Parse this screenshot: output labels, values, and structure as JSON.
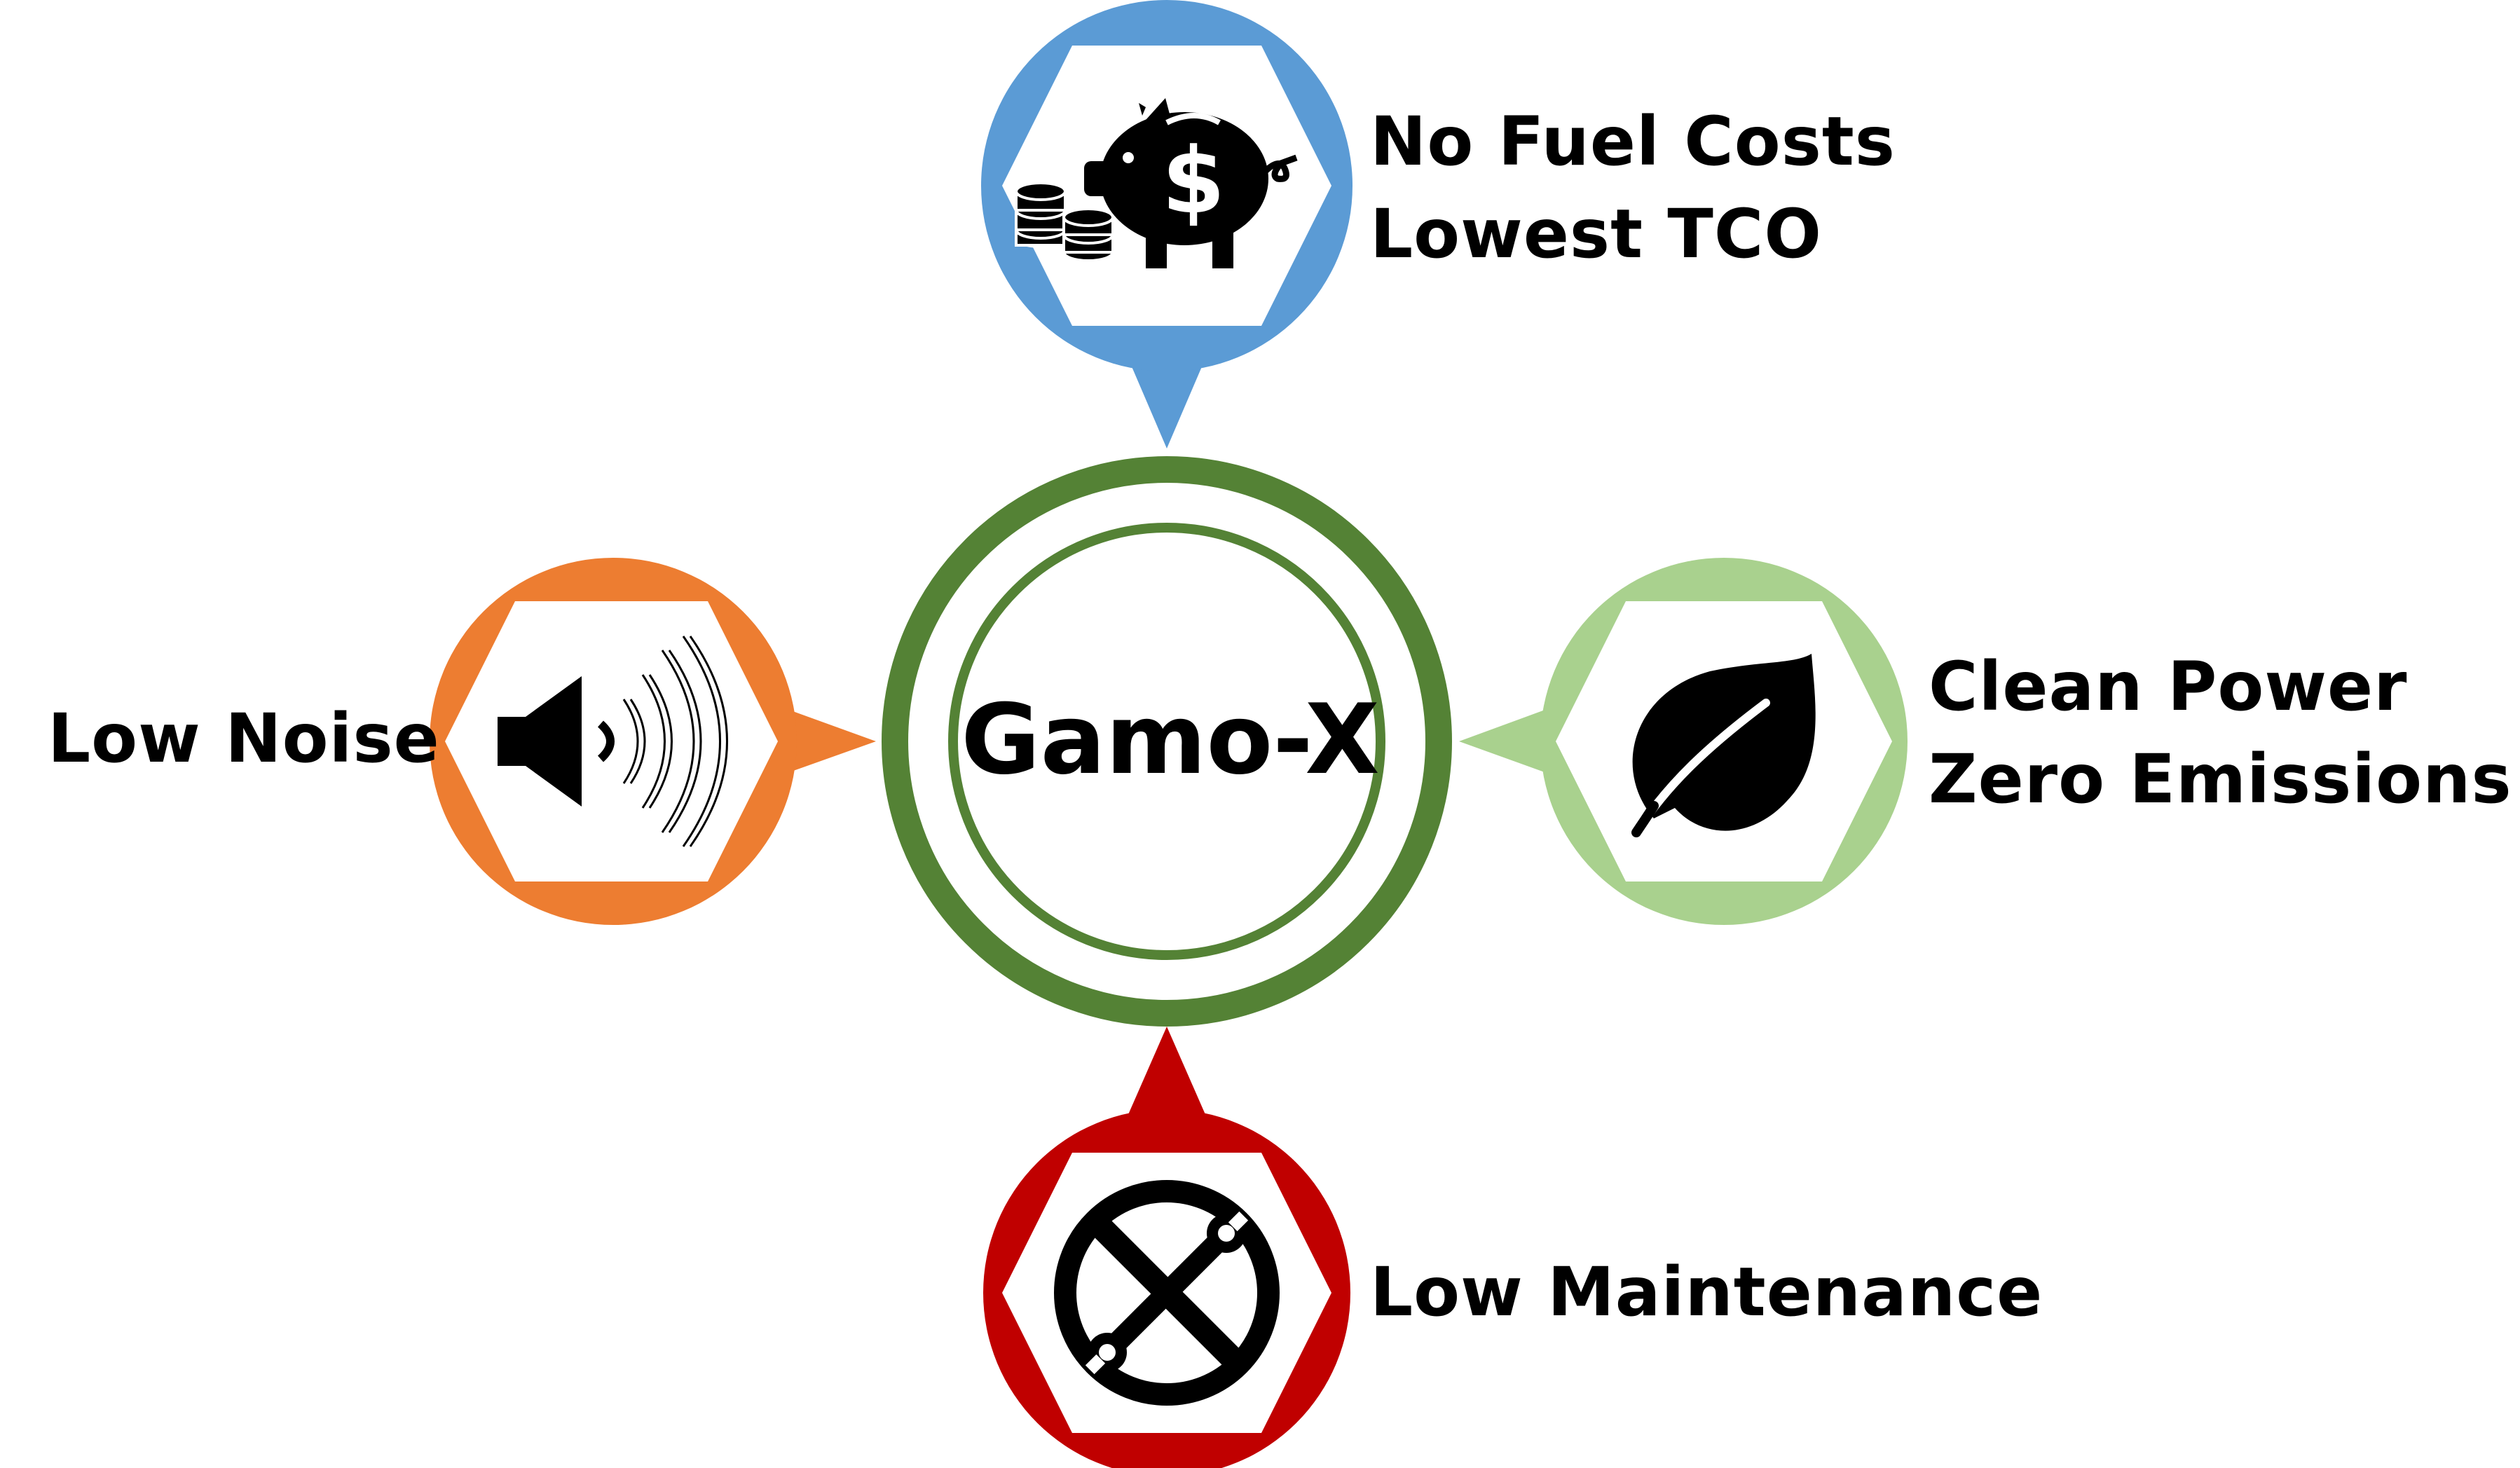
{
  "center": {
    "title": "Gamo-X",
    "color": "#548235"
  },
  "nodes": [
    {
      "id": "top",
      "icon": "piggy-bank-icon",
      "color": "#5B9BD5",
      "lines": [
        "No Fuel Costs",
        "Lowest TCO"
      ]
    },
    {
      "id": "right",
      "icon": "leaf-icon",
      "color": "#A9D18E",
      "lines": [
        "Clean Power",
        "Zero Emissions"
      ]
    },
    {
      "id": "bottom",
      "icon": "no-tools-icon",
      "color": "#C00000",
      "lines": [
        "Low Maintenance"
      ]
    },
    {
      "id": "left",
      "icon": "speaker-icon",
      "color": "#ED7D31",
      "lines": [
        "Low Noise"
      ]
    }
  ]
}
